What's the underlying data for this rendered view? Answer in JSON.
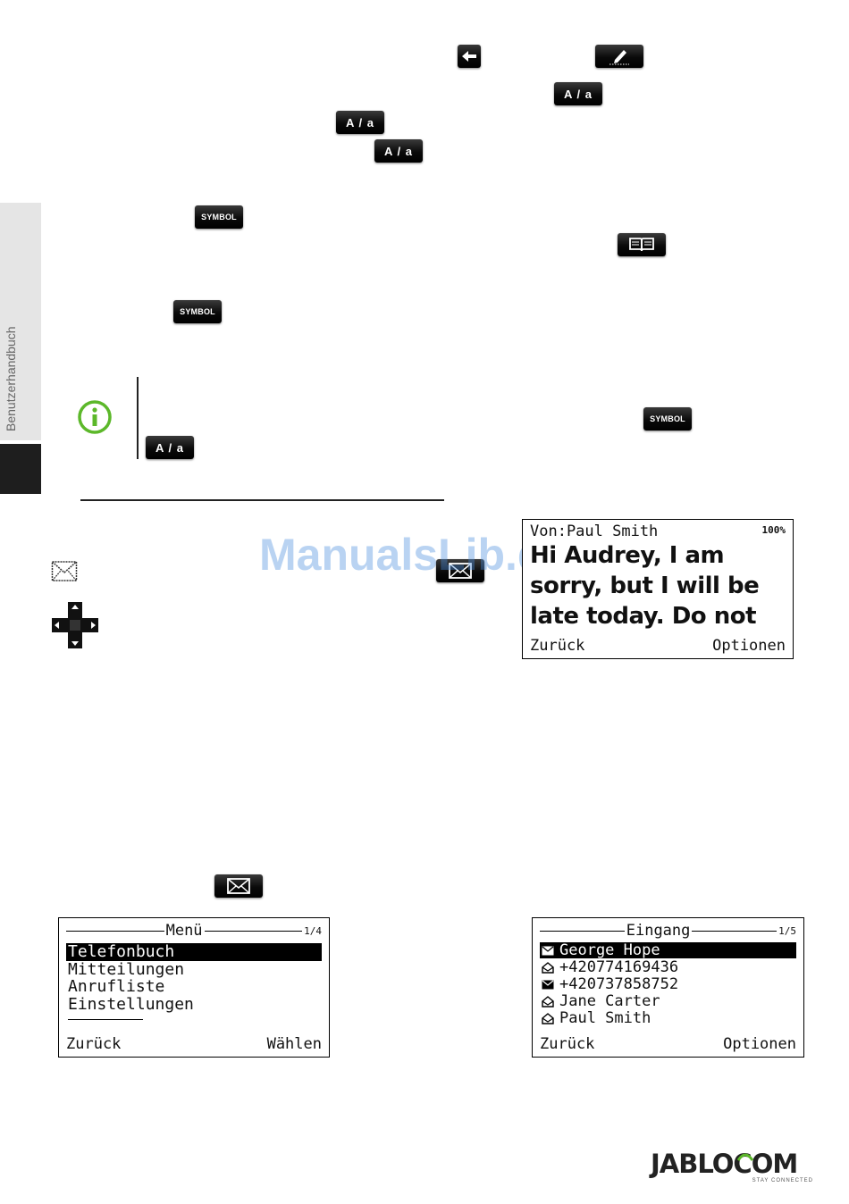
{
  "sidebar": {
    "label": "Benutzerhandbuch"
  },
  "keys": {
    "aa": "A / a",
    "symbol": "SYMBOL"
  },
  "message_screen": {
    "sender": "Von:Paul Smith",
    "battery": "100%",
    "lines": [
      "Hi Audrey, I am",
      "sorry, but I will be",
      "late today. Do not"
    ],
    "back": "Zurück",
    "options": "Optionen"
  },
  "menu_screen": {
    "title": "Menü",
    "page": "1/4",
    "items": [
      "Telefonbuch",
      "Mitteilungen",
      "Anrufliste",
      "Einstellungen"
    ],
    "back": "Zurück",
    "select": "Wählen"
  },
  "inbox_screen": {
    "title": "Eingang",
    "page": "1/5",
    "items": [
      "George Hope",
      "+420774169436",
      "+420737858752",
      "Jane Carter",
      "Paul Smith"
    ],
    "back": "Zurück",
    "options": "Optionen"
  },
  "watermark": "ManualsLib.de",
  "logo": {
    "brand": "JABLOCOM",
    "tagline": "STAY CONNECTED"
  }
}
